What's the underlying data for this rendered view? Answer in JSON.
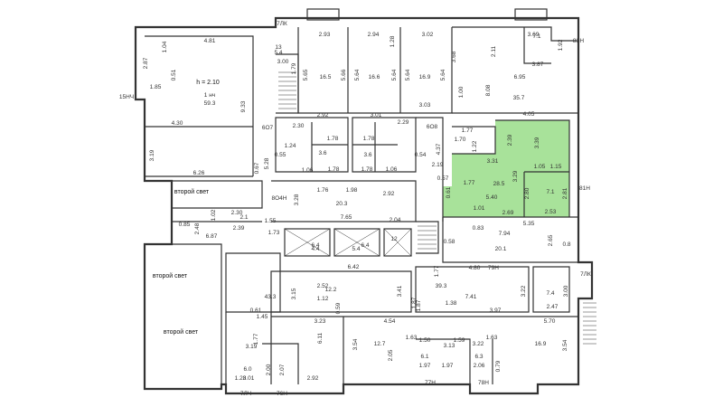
{
  "plan": {
    "highlight_color": "#a8e29a",
    "wall_color": "#333333",
    "labels": [
      {
        "id": "l1",
        "text": "4.81"
      },
      {
        "id": "l2",
        "text": "1.04"
      },
      {
        "id": "l3",
        "text": "2.87"
      },
      {
        "id": "l4",
        "text": "0.51"
      },
      {
        "id": "l5",
        "text": "h = 2.10"
      },
      {
        "id": "l6",
        "text": "1.85"
      },
      {
        "id": "l7",
        "text": "1 нч"
      },
      {
        "id": "l8",
        "text": "59.3"
      },
      {
        "id": "l9",
        "text": "15НЧ"
      },
      {
        "id": "l10",
        "text": "4.30"
      },
      {
        "id": "l11",
        "text": "9.33"
      },
      {
        "id": "l12",
        "text": "3.19"
      },
      {
        "id": "l13",
        "text": "6.26"
      },
      {
        "id": "l14",
        "text": "второй свет"
      },
      {
        "id": "l15",
        "text": "второй свет"
      },
      {
        "id": "l16",
        "text": "второй свет"
      },
      {
        "id": "l17",
        "text": "7ЛК"
      },
      {
        "id": "l18",
        "text": "13"
      },
      {
        "id": "l19",
        "text": "5.4"
      },
      {
        "id": "l20",
        "text": "3.00"
      },
      {
        "id": "l21",
        "text": "1.79"
      },
      {
        "id": "l22",
        "text": "2.93"
      },
      {
        "id": "l23",
        "text": "2.94"
      },
      {
        "id": "l24",
        "text": "1.28"
      },
      {
        "id": "l25",
        "text": "3.02"
      },
      {
        "id": "l26",
        "text": "5.65"
      },
      {
        "id": "l27",
        "text": "5.66"
      },
      {
        "id": "l28",
        "text": "5.64"
      },
      {
        "id": "l29",
        "text": "5.64"
      },
      {
        "id": "l30",
        "text": "5.64"
      },
      {
        "id": "l31",
        "text": "5.64"
      },
      {
        "id": "l32",
        "text": "16.5"
      },
      {
        "id": "l33",
        "text": "16.6"
      },
      {
        "id": "l34",
        "text": "16.9"
      },
      {
        "id": "l35",
        "text": "2.92"
      },
      {
        "id": "l36",
        "text": "3.01"
      },
      {
        "id": "l37",
        "text": "3.03"
      },
      {
        "id": "l38",
        "text": "2.11"
      },
      {
        "id": "l39",
        "text": "3.69"
      },
      {
        "id": "l40",
        "text": "1.92"
      },
      {
        "id": "l41",
        "text": "8ЗН"
      },
      {
        "id": "l42",
        "text": "3.68"
      },
      {
        "id": "l43",
        "text": "6.95"
      },
      {
        "id": "l44",
        "text": "3.87"
      },
      {
        "id": "l45",
        "text": "8.08"
      },
      {
        "id": "l46",
        "text": "35.7"
      },
      {
        "id": "l47",
        "text": "1.00"
      },
      {
        "id": "l48",
        "text": "4.05"
      },
      {
        "id": "l49",
        "text": "6О7"
      },
      {
        "id": "l50",
        "text": "2.30"
      },
      {
        "id": "l51",
        "text": "1.24"
      },
      {
        "id": "l52",
        "text": "2.29"
      },
      {
        "id": "l53",
        "text": "6О8"
      },
      {
        "id": "l54",
        "text": "1.78"
      },
      {
        "id": "l55",
        "text": "1.78"
      },
      {
        "id": "l56",
        "text": "0.55"
      },
      {
        "id": "l57",
        "text": "1.06"
      },
      {
        "id": "l58",
        "text": "1.78"
      },
      {
        "id": "l59",
        "text": "3.6"
      },
      {
        "id": "l60",
        "text": "3.6"
      },
      {
        "id": "l61",
        "text": "1.78"
      },
      {
        "id": "l62",
        "text": "1.06"
      },
      {
        "id": "l63",
        "text": "0.54"
      },
      {
        "id": "l64",
        "text": "5.28"
      },
      {
        "id": "l65",
        "text": "0.67"
      },
      {
        "id": "l66",
        "text": "1.76"
      },
      {
        "id": "l67",
        "text": "1.98"
      },
      {
        "id": "l68",
        "text": "2.92"
      },
      {
        "id": "l69",
        "text": "8О4Н"
      },
      {
        "id": "l70",
        "text": "2.30"
      },
      {
        "id": "l71",
        "text": "2.1"
      },
      {
        "id": "l72",
        "text": "2.39"
      },
      {
        "id": "l73",
        "text": "1.55"
      },
      {
        "id": "l74",
        "text": "3.28"
      },
      {
        "id": "l75",
        "text": "20.3"
      },
      {
        "id": "l76",
        "text": "7.65"
      },
      {
        "id": "l77",
        "text": "2.04"
      },
      {
        "id": "l78",
        "text": "1.73"
      },
      {
        "id": "l79",
        "text": "6.87"
      },
      {
        "id": "l80",
        "text": "2.48"
      },
      {
        "id": "l81",
        "text": "0.85"
      },
      {
        "id": "l82",
        "text": "6.42"
      },
      {
        "id": "l83",
        "text": "1.02"
      },
      {
        "id": "l84",
        "text": "2.52"
      },
      {
        "id": "l85",
        "text": "1.12"
      },
      {
        "id": "l86",
        "text": "3.41"
      },
      {
        "id": "l87",
        "text": "43.3"
      },
      {
        "id": "l88",
        "text": "3.15"
      },
      {
        "id": "l89",
        "text": "12.2"
      },
      {
        "id": "l90",
        "text": "6.4"
      },
      {
        "id": "l91",
        "text": "0.61"
      },
      {
        "id": "l92",
        "text": "1.45"
      },
      {
        "id": "l93",
        "text": "3.23"
      },
      {
        "id": "l94",
        "text": "4.54"
      },
      {
        "id": "l95",
        "text": "1.77"
      },
      {
        "id": "l96",
        "text": "6.11"
      },
      {
        "id": "l97",
        "text": "3.19"
      },
      {
        "id": "l98",
        "text": "3.54"
      },
      {
        "id": "l99",
        "text": "12.7"
      },
      {
        "id": "l100",
        "text": "6.0"
      },
      {
        "id": "l101",
        "text": "2.00"
      },
      {
        "id": "l102",
        "text": "2.07"
      },
      {
        "id": "l103",
        "text": "1.28"
      },
      {
        "id": "l104",
        "text": "3.01"
      },
      {
        "id": "l105",
        "text": "2.92"
      },
      {
        "id": "l106",
        "text": "7ЛЧ"
      },
      {
        "id": "l107",
        "text": "76Н"
      },
      {
        "id": "l108",
        "text": "4.37"
      },
      {
        "id": "l109",
        "text": "1.77"
      },
      {
        "id": "l110",
        "text": "1.70"
      },
      {
        "id": "l111",
        "text": "1.22"
      },
      {
        "id": "l112",
        "text": "2.19"
      },
      {
        "id": "l113",
        "text": "0.57"
      },
      {
        "id": "l114",
        "text": "1.77"
      },
      {
        "id": "l115",
        "text": "0.61"
      },
      {
        "id": "l116",
        "text": "2.39"
      },
      {
        "id": "l117",
        "text": "3.39"
      },
      {
        "id": "l118",
        "text": "3.31"
      },
      {
        "id": "l119",
        "text": "28.5"
      },
      {
        "id": "l120",
        "text": "3.29"
      },
      {
        "id": "l121",
        "text": "1.05"
      },
      {
        "id": "l122",
        "text": "1.15"
      },
      {
        "id": "l123",
        "text": "7.1"
      },
      {
        "id": "l124",
        "text": "5.40"
      },
      {
        "id": "l125",
        "text": "2.80"
      },
      {
        "id": "l126",
        "text": "2.81"
      },
      {
        "id": "l127",
        "text": "81Н"
      },
      {
        "id": "l128",
        "text": "1.01"
      },
      {
        "id": "l129",
        "text": "2.69"
      },
      {
        "id": "l130",
        "text": "2.53"
      },
      {
        "id": "l131",
        "text": "5.35"
      },
      {
        "id": "l132",
        "text": "0.83"
      },
      {
        "id": "l133",
        "text": "7.94"
      },
      {
        "id": "l134",
        "text": "0.58"
      },
      {
        "id": "l135",
        "text": "20.1"
      },
      {
        "id": "l136",
        "text": "2.65"
      },
      {
        "id": "l137",
        "text": "0.8"
      },
      {
        "id": "l138",
        "text": "4.80"
      },
      {
        "id": "l139",
        "text": "79Н"
      },
      {
        "id": "l140",
        "text": "1.77"
      },
      {
        "id": "l141",
        "text": "7ЛК"
      },
      {
        "id": "l142",
        "text": "39.3"
      },
      {
        "id": "l143",
        "text": "7.41"
      },
      {
        "id": "l144",
        "text": "3.22"
      },
      {
        "id": "l145",
        "text": "7.4"
      },
      {
        "id": "l146",
        "text": "3.00"
      },
      {
        "id": "l147",
        "text": "1.38"
      },
      {
        "id": "l148",
        "text": "3.97"
      },
      {
        "id": "l149",
        "text": "2.47"
      },
      {
        "id": "l150",
        "text": "5.70"
      },
      {
        "id": "l151",
        "text": "16.9"
      },
      {
        "id": "l152",
        "text": "3.54"
      },
      {
        "id": "l153",
        "text": "1.63"
      },
      {
        "id": "l154",
        "text": "1.50"
      },
      {
        "id": "l155",
        "text": "1.63"
      },
      {
        "id": "l156",
        "text": "3.13"
      },
      {
        "id": "l157",
        "text": "3.22"
      },
      {
        "id": "l158",
        "text": "6.1"
      },
      {
        "id": "l159",
        "text": "6.3"
      },
      {
        "id": "l160",
        "text": "2.05"
      },
      {
        "id": "l161",
        "text": "1.97"
      },
      {
        "id": "l162",
        "text": "1.97"
      },
      {
        "id": "l163",
        "text": "2.06"
      },
      {
        "id": "l164",
        "text": "77Н"
      },
      {
        "id": "l165",
        "text": "78Н"
      },
      {
        "id": "l166",
        "text": "0.79"
      },
      {
        "id": "l167",
        "text": "1.59"
      },
      {
        "id": "l168",
        "text": "1.87"
      },
      {
        "id": "l169",
        "text": "6.4"
      },
      {
        "id": "l170",
        "text": "4.4"
      },
      {
        "id": "l171",
        "text": "5.4"
      },
      {
        "id": "l172",
        "text": "12"
      },
      {
        "id": "l173",
        "text": "7.1"
      },
      {
        "id": "l174",
        "text": "1.87"
      },
      {
        "id": "l175",
        "text": "0.59"
      }
    ]
  }
}
